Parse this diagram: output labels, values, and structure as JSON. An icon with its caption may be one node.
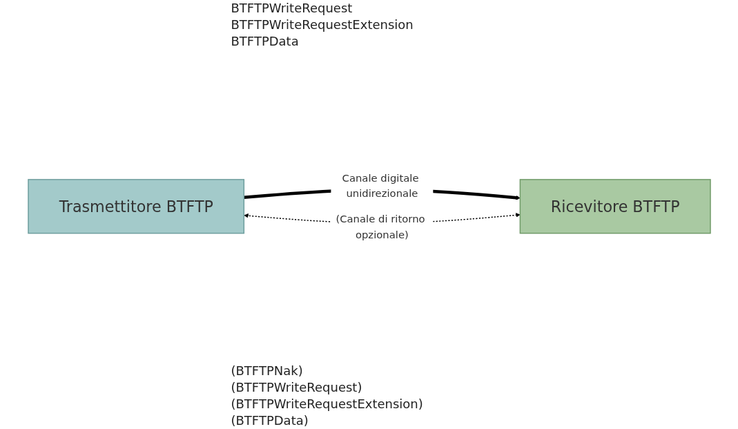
{
  "diagram": {
    "nodes": [
      {
        "text": [
          "Trasmettitore BTFTP"
        ]
      },
      {
        "text": [
          "Ricevitore BTFTP"
        ]
      }
    ],
    "edges": [
      {
        "from": 0,
        "to": 1,
        "arrow": "to",
        "label": "Canale digitale unidirezionale",
        "style": "thick"
      },
      {
        "from": 0,
        "to": 1,
        "arrow": "both",
        "label": "(Canale di ritorno opzionale)",
        "style": "dashed"
      }
    ],
    "labels": [
      "BTFTPWriteRequest",
      "BTFTPWriteRequestExtension",
      "BTFTPData",
      "(BTFTPNak)",
      "(BTFTPWriteRequest)",
      "(BTFTPWriteRequestExtension)",
      "(BTFTPData)"
    ]
  }
}
